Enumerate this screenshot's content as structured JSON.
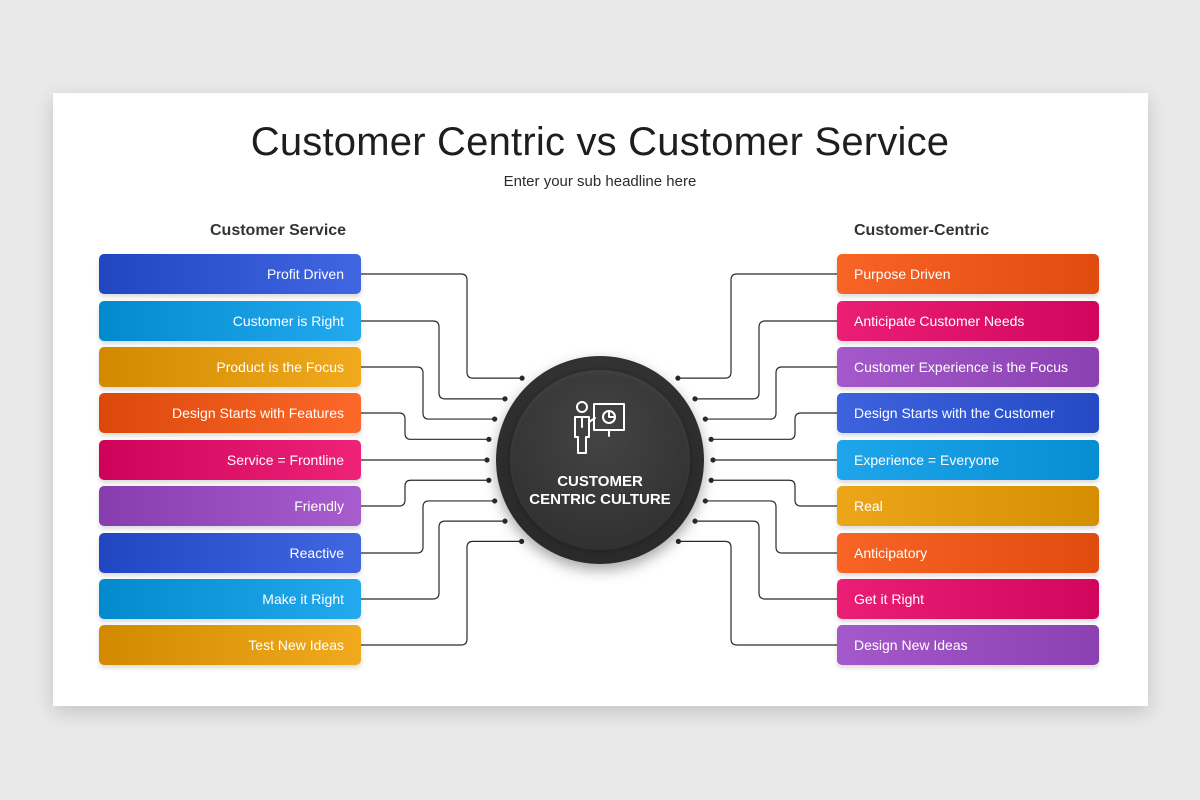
{
  "title": "Customer Centric vs Customer Service",
  "subtitle": "Enter your sub headline here",
  "left": {
    "heading": "Customer Service",
    "items": [
      "Profit Driven",
      "Customer is Right",
      "Product is the Focus",
      "Design Starts with Features",
      "Service = Frontline",
      "Friendly",
      "Reactive",
      "Make it Right",
      "Test New Ideas"
    ]
  },
  "right": {
    "heading": "Customer-Centric",
    "items": [
      "Purpose Driven",
      "Anticipate Customer Needs",
      "Customer Experience is the Focus",
      "Design Starts with the Customer",
      "Experience = Everyone",
      "Real",
      "Anticipatory",
      "Get it Right",
      "Design New Ideas"
    ]
  },
  "hub": {
    "line1": "CUSTOMER",
    "line2": "CENTRIC CULTURE",
    "icon": "presenter-board-icon"
  },
  "colors": {
    "background": "#e9e9ea",
    "slide": "#ffffff",
    "hub": "#333333",
    "connector": "#2a2a2a",
    "left_items": [
      "#3358d4",
      "#149be0",
      "#e39c10",
      "#ee5a1c",
      "#e0146a",
      "#9a4fc0",
      "#3358d4",
      "#149be0",
      "#e39c10"
    ],
    "right_items": [
      "#ee5a1c",
      "#e0146a",
      "#9a4fc0",
      "#3358d4",
      "#149be0",
      "#e39c10",
      "#ee5a1c",
      "#e0146a",
      "#9a4fc0"
    ]
  }
}
